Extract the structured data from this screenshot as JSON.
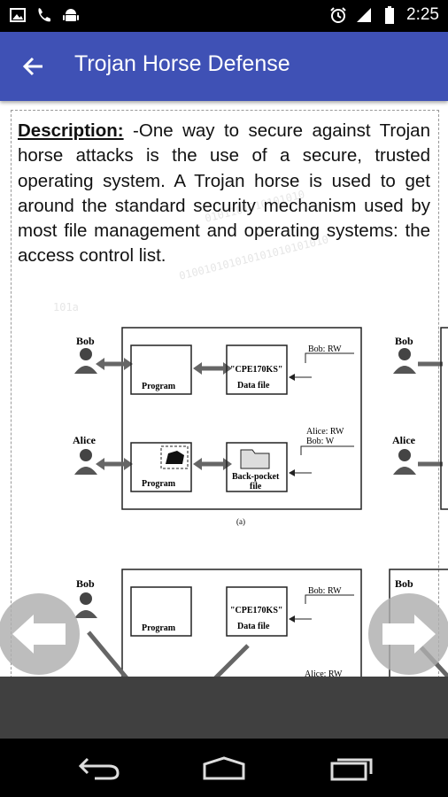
{
  "status_bar": {
    "time": "2:25",
    "icons_left": [
      "image-icon",
      "phone-icon",
      "android-icon"
    ],
    "icons_right": [
      "alarm-icon",
      "signal-icon",
      "battery-icon"
    ]
  },
  "app_bar": {
    "title": "Trojan Horse Defense",
    "color": "#3F51B5"
  },
  "content": {
    "description_label": "Description:",
    "description_text": " -One way to secure against Trojan horse attacks is the use of a secure, trusted operating system. A Trojan horse is used to get around the standard security mechanism used by most file management and operating systems: the access control list."
  },
  "diagram": {
    "panel_a": {
      "user1": "Bob",
      "user2": "Alice",
      "program_label": "Program",
      "file1_name": "\"CPE170KS\"",
      "file1_type": "Data file",
      "file2_name": "Back-pocket",
      "file2_type": "file",
      "acl1": "Bob: RW",
      "acl2_line1": "Alice: RW",
      "acl2_line2": "Bob: W",
      "caption": "(a)"
    },
    "panel_b": {
      "user1": "Bob",
      "program_label": "Program",
      "file1_name": "\"CPE170KS\"",
      "file1_type": "Data file",
      "acl1": "Bob: RW",
      "acl2_partial": "Alice: RW"
    },
    "right_clip": {
      "user1": "Bob",
      "user2": "Alice"
    }
  },
  "navigation": {
    "prev": "arrow-left-icon",
    "next": "arrow-right-icon"
  },
  "system_nav": [
    "back-icon",
    "home-icon",
    "recents-icon"
  ]
}
